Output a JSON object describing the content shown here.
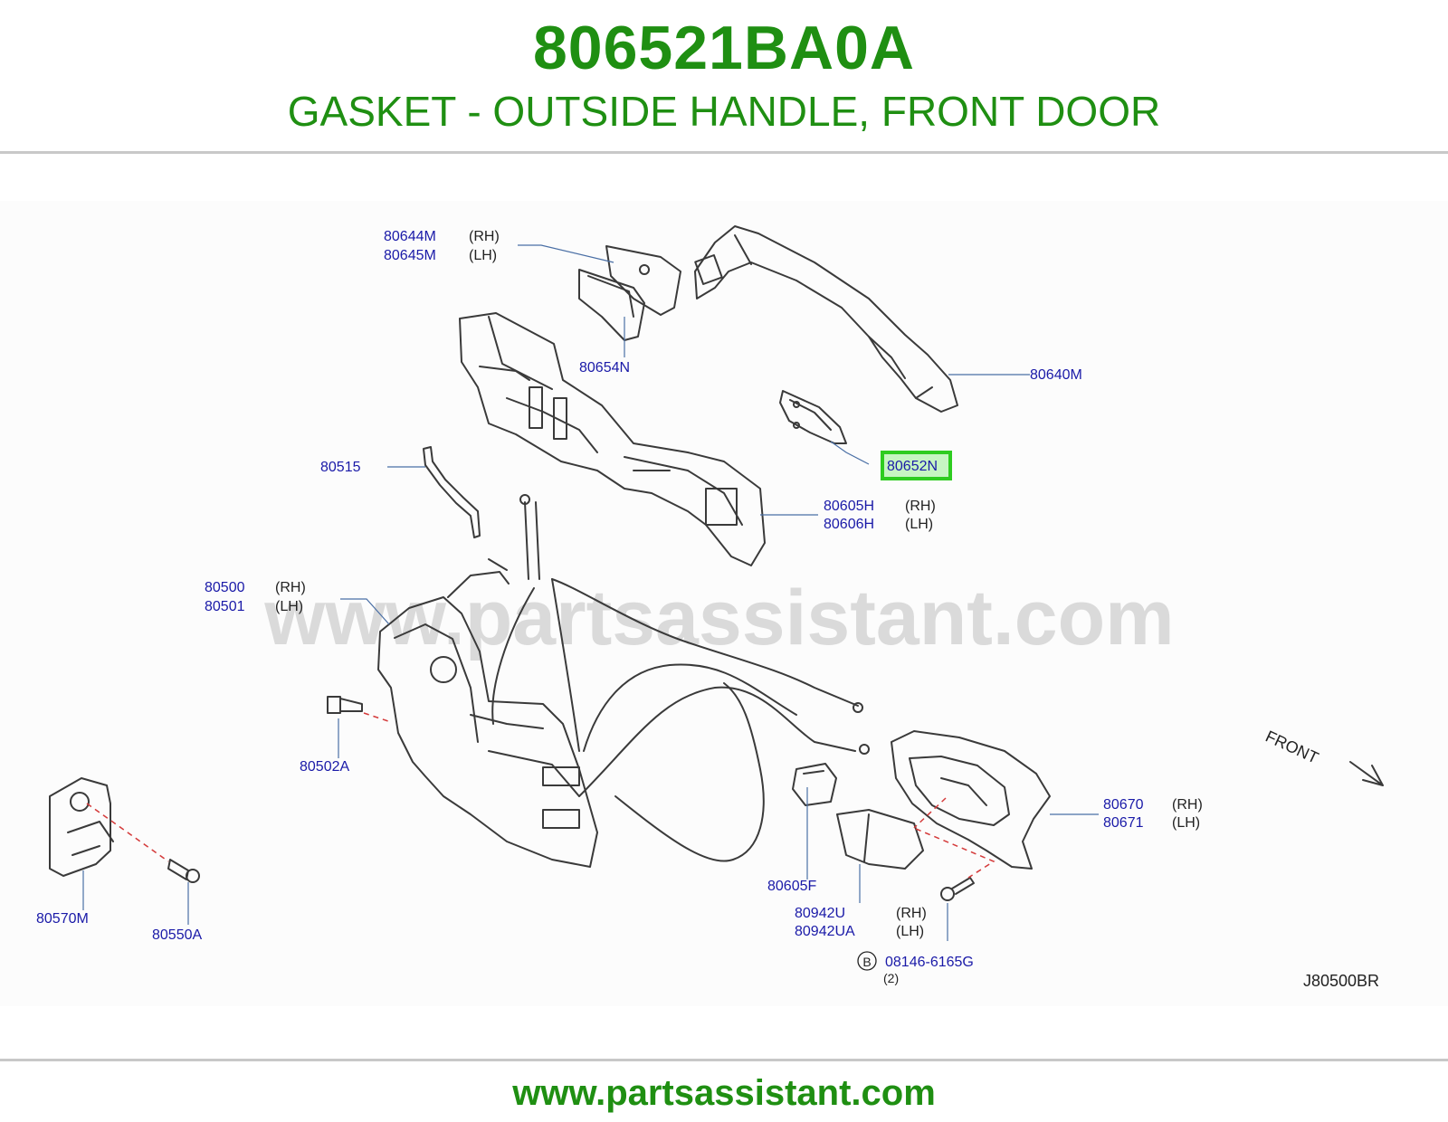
{
  "header": {
    "part_number": "806521BA0A",
    "description": "GASKET - OUTSIDE HANDLE, FRONT DOOR"
  },
  "watermark": "www.partsassistant.com",
  "footer": {
    "url": "www.partsassistant.com"
  },
  "colors": {
    "brand_green": "#1f8f12",
    "callout_blue": "#1a1aa8",
    "highlight_green": "#2ecc20",
    "highlight_fill": "#c6f5c2",
    "line_art": "#3a3a3a"
  },
  "diagram": {
    "drawing_code": "J80500BR",
    "front_label": "FRONT",
    "callouts": [
      {
        "part": "80644M",
        "side": "(RH)"
      },
      {
        "part": "80645M",
        "side": "(LH)"
      },
      {
        "part": "80654N",
        "side": ""
      },
      {
        "part": "80640M",
        "side": ""
      },
      {
        "part": "80652N",
        "side": "",
        "highlighted": true
      },
      {
        "part": "80515",
        "side": ""
      },
      {
        "part": "80605H",
        "side": "(RH)"
      },
      {
        "part": "80606H",
        "side": "(LH)"
      },
      {
        "part": "80500",
        "side": "(RH)"
      },
      {
        "part": "80501",
        "side": "(LH)"
      },
      {
        "part": "80502A",
        "side": ""
      },
      {
        "part": "80570M",
        "side": ""
      },
      {
        "part": "80550A",
        "side": ""
      },
      {
        "part": "80605F",
        "side": ""
      },
      {
        "part": "80942U",
        "side": "(RH)"
      },
      {
        "part": "80942UA",
        "side": "(LH)"
      },
      {
        "part": "80670",
        "side": "(RH)"
      },
      {
        "part": "80671",
        "side": "(LH)"
      },
      {
        "part": "08146-6165G",
        "side": "",
        "marker": "B",
        "qty": "(2)"
      }
    ]
  }
}
